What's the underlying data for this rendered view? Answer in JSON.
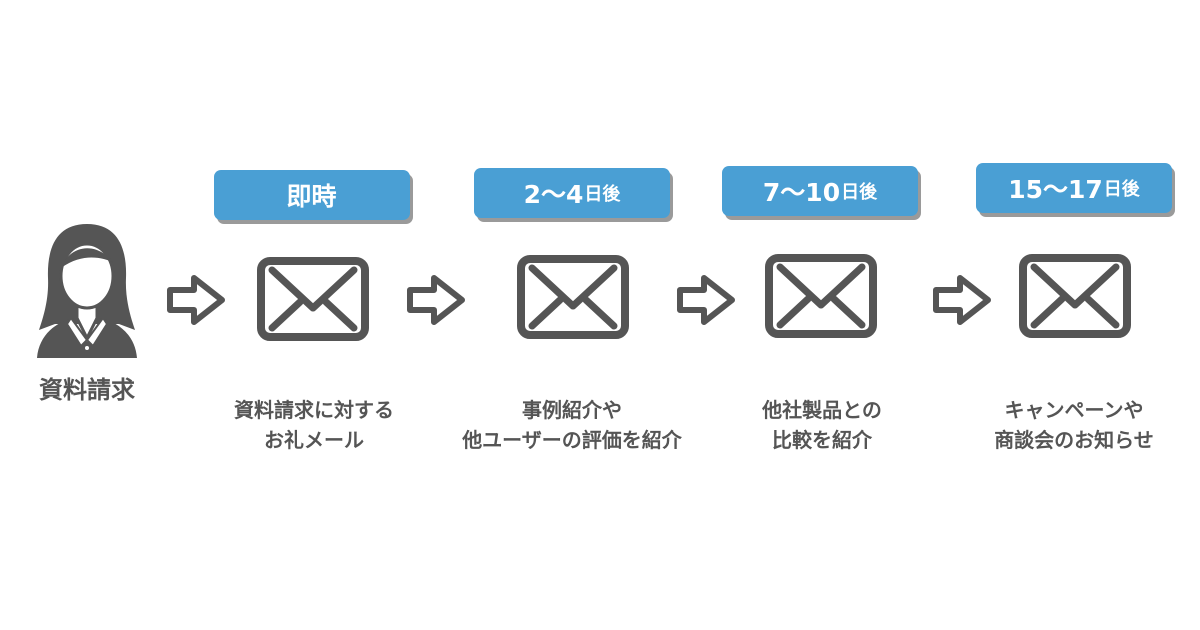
{
  "start": {
    "label": "資料請求",
    "icon": "user-woman-icon"
  },
  "steps": [
    {
      "badge_main": "即時",
      "badge_suffix": "",
      "description_lines": [
        "資料請求に対する",
        "お礼メール"
      ]
    },
    {
      "badge_main": "2〜4",
      "badge_suffix": "日後",
      "description_lines": [
        "事例紹介や",
        "他ユーザーの評価を紹介"
      ]
    },
    {
      "badge_main": "7〜10",
      "badge_suffix": "日後",
      "description_lines": [
        "他社製品との",
        "比較を紹介"
      ]
    },
    {
      "badge_main": "15〜17",
      "badge_suffix": "日後",
      "description_lines": [
        "キャンペーンや",
        "商談会のお知らせ"
      ]
    }
  ],
  "colors": {
    "badge": "#4a9fd4",
    "badge_shadow": "#9a9a9a",
    "icon": "#555555",
    "text": "#555555"
  }
}
